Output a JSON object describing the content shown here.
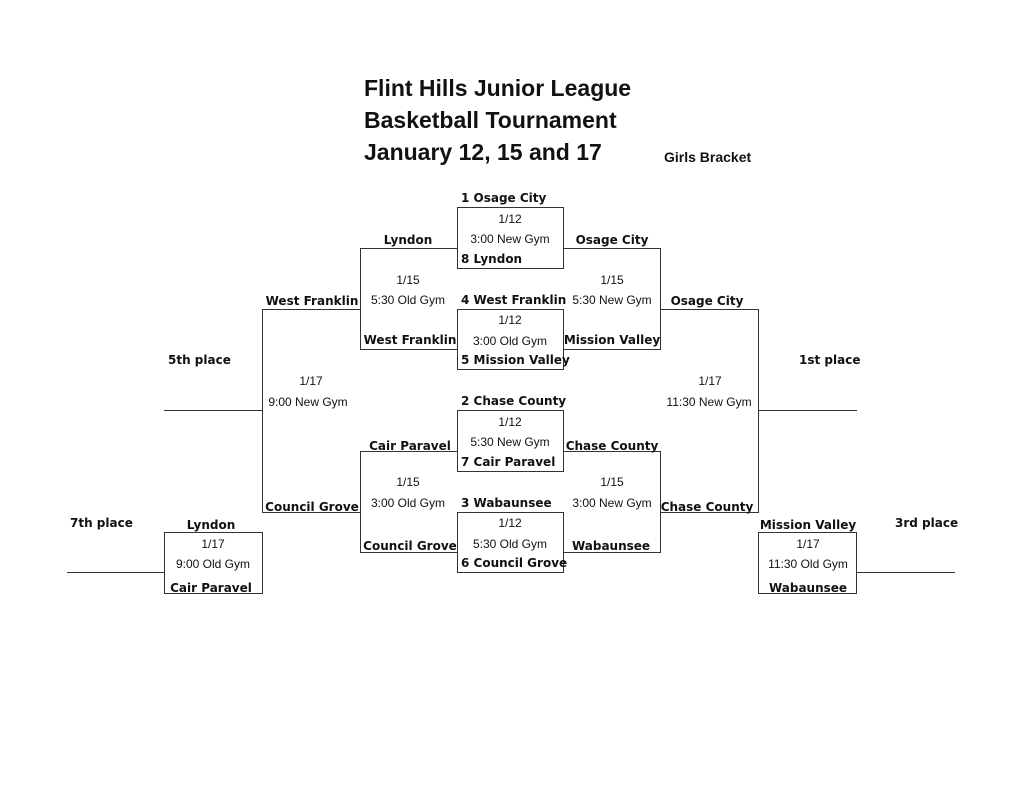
{
  "header": {
    "line1": "Flint Hills Junior League",
    "line2": "Basketball Tournament",
    "line3": "January 12, 15 and 17",
    "bracket": "Girls Bracket"
  },
  "places": {
    "first": "1st place",
    "third": "3rd place",
    "fifth": "5th place",
    "seventh": "7th place"
  },
  "round1": [
    {
      "top": "1 Osage City",
      "date": "1/12",
      "time": "3:00 New Gym",
      "bottom": "8 Lyndon"
    },
    {
      "top": "4 West Franklin",
      "date": "1/12",
      "time": "3:00 Old Gym",
      "bottom": "5 Mission Valley"
    },
    {
      "top": "2 Chase County",
      "date": "1/12",
      "time": "5:30 New Gym",
      "bottom": "7 Cair Paravel"
    },
    {
      "top": "3 Wabaunsee",
      "date": "1/12",
      "time": "5:30 Old Gym",
      "bottom": "6 Council Grove"
    }
  ],
  "round2": {
    "left_top": {
      "top": "Lyndon",
      "date": "1/15",
      "time": "5:30 Old Gym",
      "bottom": "West Franklin"
    },
    "right_top": {
      "top": "Osage City",
      "date": "1/15",
      "time": "5:30 New Gym",
      "bottom": "Mission Valley"
    },
    "left_bottom": {
      "top": "Cair Paravel",
      "date": "1/15",
      "time": "3:00 Old Gym",
      "bottom": "Council Grove"
    },
    "right_bottom": {
      "top": "Chase County",
      "date": "1/15",
      "time": "3:00 New Gym",
      "bottom": "Wabaunsee"
    }
  },
  "finals": {
    "fifth": {
      "top": "West Franklin",
      "date": "1/17",
      "time": "9:00 New Gym",
      "bottom": "Council Grove"
    },
    "first": {
      "top": "Osage City",
      "date": "1/17",
      "time": "11:30 New Gym",
      "bottom": "Chase County"
    },
    "seventh": {
      "top": "Lyndon",
      "date": "1/17",
      "time": "9:00 Old Gym",
      "bottom": "Cair Paravel"
    },
    "third": {
      "top": "Mission Valley",
      "date": "1/17",
      "time": "11:30 Old Gym",
      "bottom": "Wabaunsee"
    }
  }
}
